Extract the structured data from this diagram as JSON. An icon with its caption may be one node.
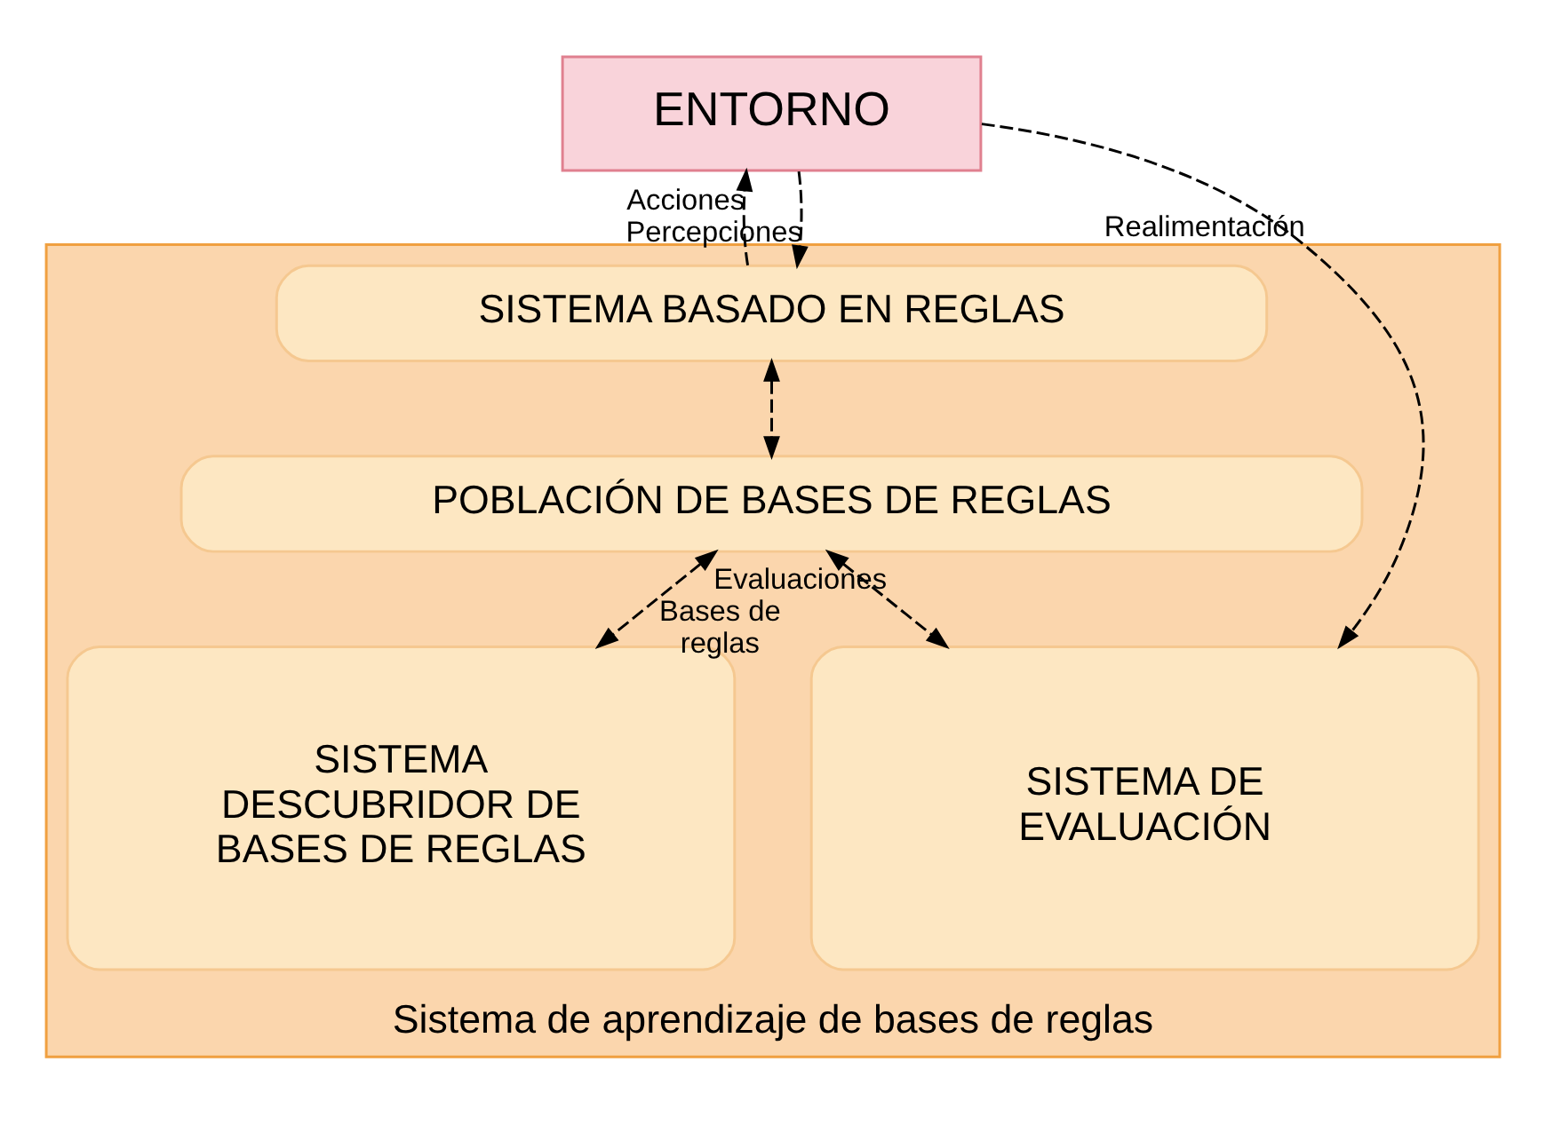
{
  "diagram": {
    "nodes": [
      {
        "text": [
          "ENTORNO"
        ]
      },
      {
        "text": [
          "Sistema de aprendizaje de bases de reglas"
        ]
      },
      {
        "text": [
          "SISTEMA BASADO EN REGLAS"
        ],
        "in": 1
      },
      {
        "text": [
          "POBLACIÓN DE BASES DE REGLAS"
        ],
        "in": 1
      },
      {
        "text": [
          "SISTEMA DESCUBRIDOR DE BASES DE REGLAS"
        ],
        "in": 1
      },
      {
        "text": [
          "SISTEMA DE EVALUACIÓN"
        ],
        "in": 1
      }
    ],
    "edges": [
      {
        "from": 0,
        "to": 2,
        "arrow": "to",
        "label": "Percepciones",
        "style": "dashed"
      },
      {
        "from": 2,
        "to": 0,
        "arrow": "to",
        "label": "Acciones",
        "style": "dashed"
      },
      {
        "from": 2,
        "to": 3,
        "arrow": "both",
        "style": "dashed"
      },
      {
        "from": 3,
        "to": 4,
        "arrow": "both",
        "label": "Bases de reglas",
        "style": "dashed"
      },
      {
        "from": 3,
        "to": 5,
        "arrow": "both",
        "label": "Evaluaciones",
        "style": "dashed"
      },
      {
        "from": 0,
        "to": 5,
        "arrow": "to",
        "label": "Realimentación",
        "style": "dashed"
      }
    ]
  }
}
